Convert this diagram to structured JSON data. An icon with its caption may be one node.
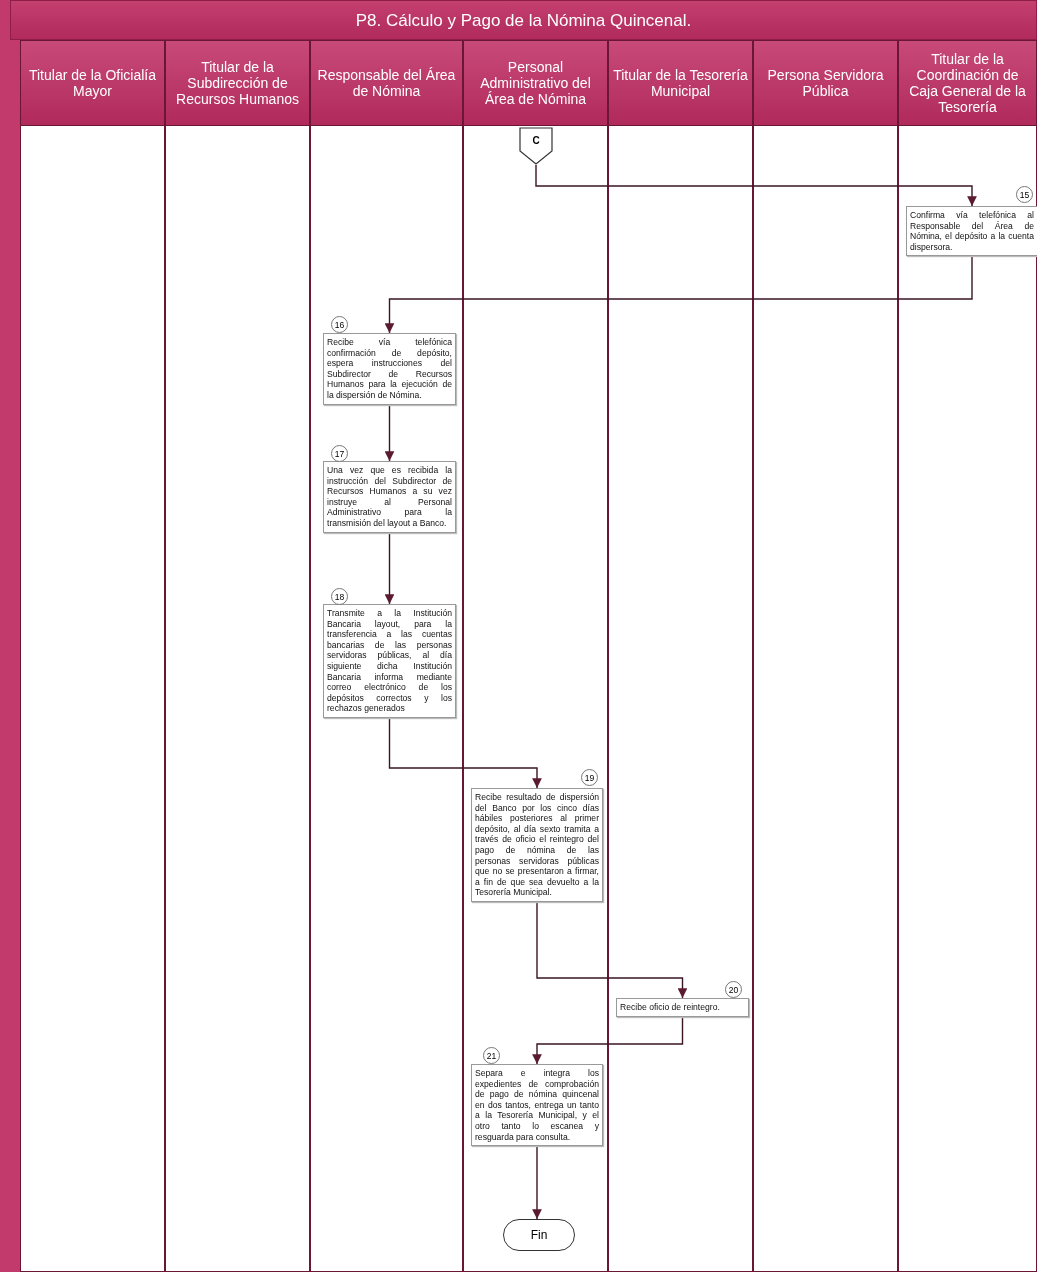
{
  "diagram": {
    "title": "P8. Cálculo y Pago de la Nómina Quincenal.",
    "nodes": [
      {
        "text": [
          "Titular de la Oficialía Mayor"
        ]
      },
      {
        "text": [
          "Titular de la Subdirección de Recursos Humanos"
        ]
      },
      {
        "text": [
          "Responsable del Área de Nómina"
        ]
      },
      {
        "text": [
          "Personal Administrativo del Área de Nómina"
        ]
      },
      {
        "text": [
          "Titular de la Tesorería Municipal"
        ]
      },
      {
        "text": [
          "Persona Servidora Pública"
        ]
      },
      {
        "text": [
          "Titular de la Coordinación de Caja General de la Tesorería"
        ]
      },
      {
        "text": [
          "C"
        ],
        "in": 3
      },
      {
        "text": [
          "Confirma vía telefónica al Responsable del Área de Nómina, el depósito a la cuenta dispersora."
        ],
        "beside": [
          "15"
        ],
        "in": 6
      },
      {
        "text": [
          "Recibe vía telefónica confirmación de depósito, espera instrucciones del Subdirector de Recursos Humanos para la ejecución de la dispersión de Nómina."
        ],
        "beside": [
          "16"
        ],
        "in": 2
      },
      {
        "text": [
          "Una vez que es recibida la instrucción del Subdirector de Recursos Humanos a su vez instruye al Personal Administrativo para la transmisión del layout a Banco."
        ],
        "beside": [
          "17"
        ],
        "in": 2
      },
      {
        "text": [
          "Transmite a la Institución Bancaria layout, para la transferencia a las cuentas bancarias de las personas servidoras públicas, al día siguiente dicha Institución Bancaria informa mediante correo electrónico de los depósitos correctos y los rechazos generados"
        ],
        "beside": [
          "18"
        ],
        "in": 2
      },
      {
        "text": [
          "Recibe resultado de dispersión del Banco por los cinco días hábiles posteriores al primer depósito, al día sexto tramita a través de oficio el reintegro del pago de nómina de las personas servidoras públicas que no se presentaron a firmar, a fin de que sea devuelto a la Tesorería Municipal."
        ],
        "beside": [
          "19"
        ],
        "in": 3
      },
      {
        "text": [
          "Recibe oficio de reintegro."
        ],
        "beside": [
          "20"
        ],
        "in": 4
      },
      {
        "text": [
          "Separa e integra los expedientes de comprobación de pago de nómina quincenal en dos tantos, entrega un tanto a la Tesorería Municipal, y el otro tanto lo escanea y resguarda para consulta."
        ],
        "beside": [
          "21"
        ],
        "in": 3
      },
      {
        "text": [
          "Fin"
        ],
        "in": 3
      }
    ],
    "edges": [
      {
        "from": 7,
        "to": 8,
        "arrow": "to"
      },
      {
        "from": 8,
        "to": 9,
        "arrow": "to"
      },
      {
        "from": 9,
        "to": 10,
        "arrow": "to"
      },
      {
        "from": 10,
        "to": 11,
        "arrow": "to"
      },
      {
        "from": 11,
        "to": 12,
        "arrow": "to"
      },
      {
        "from": 12,
        "to": 13,
        "arrow": "to"
      },
      {
        "from": 13,
        "to": 14,
        "arrow": "to"
      },
      {
        "from": 14,
        "to": 15,
        "arrow": "to"
      }
    ]
  }
}
